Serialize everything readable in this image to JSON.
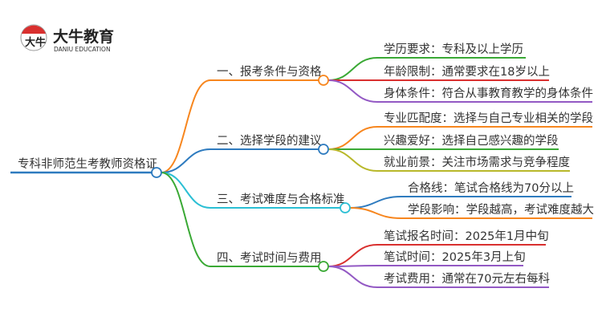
{
  "logo": {
    "name_cn": "大牛教育",
    "name_en": "DANIU EDUCATION",
    "mark": "大牛"
  },
  "root": {
    "label": "专科非师范生考教师资格证",
    "color": "#2e7bbf"
  },
  "branches": [
    {
      "label": "一、报考条件与资格",
      "color": "#f7861e",
      "leaves": [
        {
          "label": "学历要求：专科及以上学历",
          "color": "#3aa935"
        },
        {
          "label": "年龄限制：通常要求在18岁以上",
          "color": "#d9302f"
        },
        {
          "label": "身体条件：符合从事教育教学的身体条件",
          "color": "#9359c4"
        }
      ]
    },
    {
      "label": "二、选择学段的建议",
      "color": "#2e7bbf",
      "leaves": [
        {
          "label": "专业匹配度：选择与自己专业相关的学段",
          "color": "#f7861e"
        },
        {
          "label": "兴趣爱好：选择自己感兴趣的学段",
          "color": "#3aa935"
        },
        {
          "label": "就业前景：关注市场需求与竞争程度",
          "color": "#b8b82a"
        }
      ]
    },
    {
      "label": "三、考试难度与合格标准",
      "color": "#2bbfd4",
      "leaves": [
        {
          "label": "合格线：笔试合格线为70分以上",
          "color": "#2e7bbf"
        },
        {
          "label": "学段影响：学段越高，考试难度越大",
          "color": "#f7861e"
        }
      ]
    },
    {
      "label": "四、考试时间与费用",
      "color": "#3aa935",
      "leaves": [
        {
          "label": "笔试报名时间：2025年1月中旬",
          "color": "#d9302f"
        },
        {
          "label": "笔试时间：2025年3月上旬",
          "color": "#9359c4"
        },
        {
          "label": "考试费用：通常在70元左右每科",
          "color": "#9359c4"
        }
      ]
    }
  ]
}
